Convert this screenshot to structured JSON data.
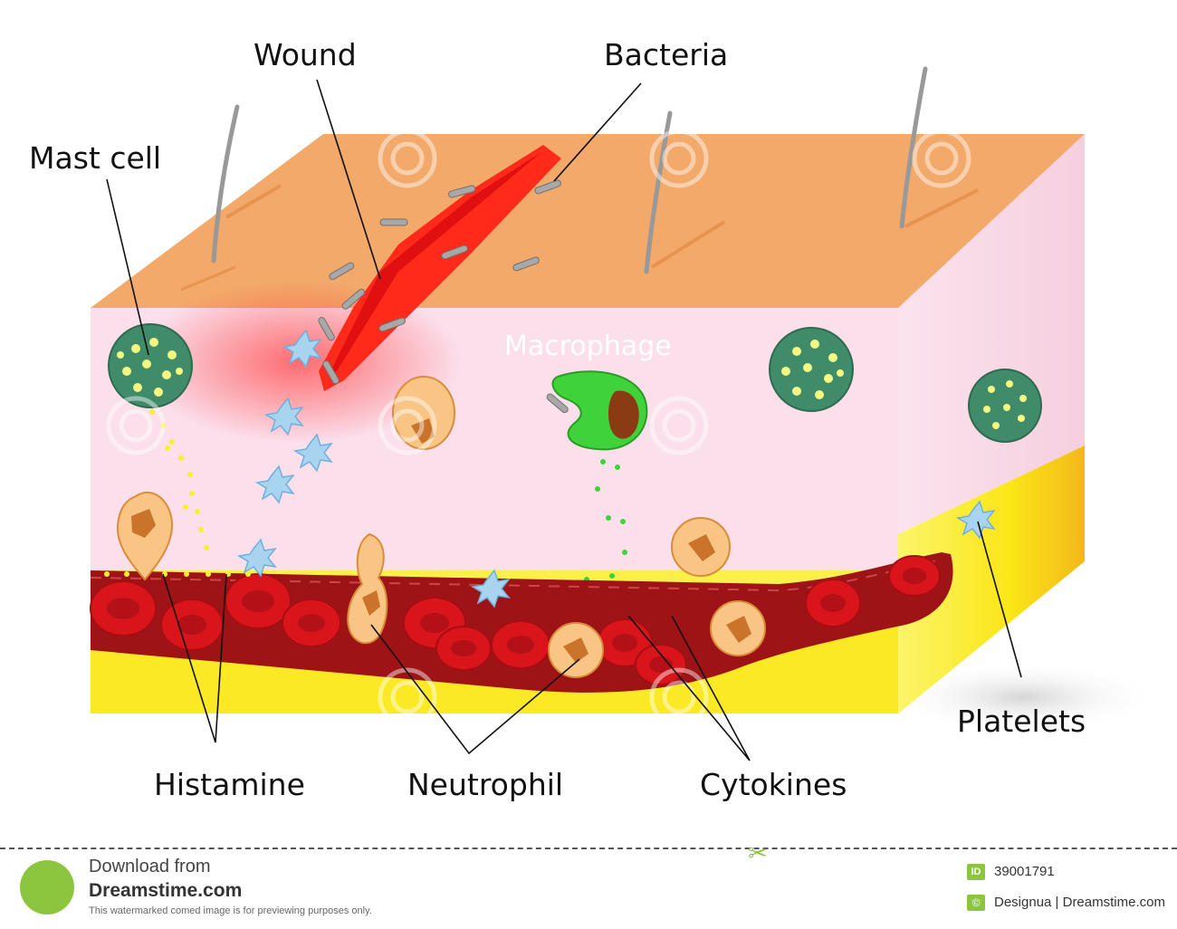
{
  "labels": {
    "wound": "Wound",
    "bacteria": "Bacteria",
    "mast_cell": "Mast cell",
    "macrophage": "Macrophage",
    "histamine": "Histamine",
    "neutrophil": "Neutrophil",
    "cytokines": "Cytokines",
    "platelets": "Platelets"
  },
  "footer": {
    "download_from": "Download from",
    "site": "Dreamstime.com",
    "note": "This watermarked comed image is for previewing purposes only.",
    "id_badge": "ID",
    "image_id": "39001791",
    "copyright_symbol": "©",
    "credit": "Designua | Dreamstime.com"
  },
  "colors": {
    "skin_top": "#f2a96a",
    "dermis": "#fbe0ec",
    "side_face": "#fcd4e0",
    "fat_layer": "#fbe617",
    "vessel": "#9e1316",
    "red_cell": "#d9141b",
    "wound": "#ff2a1a",
    "mast_cell": "#3f8b6a",
    "macrophage": "#3fd23a",
    "neutrophil": "#f8c585",
    "platelet": "#a8d4f0",
    "watermark_green": "#8cc63f"
  }
}
